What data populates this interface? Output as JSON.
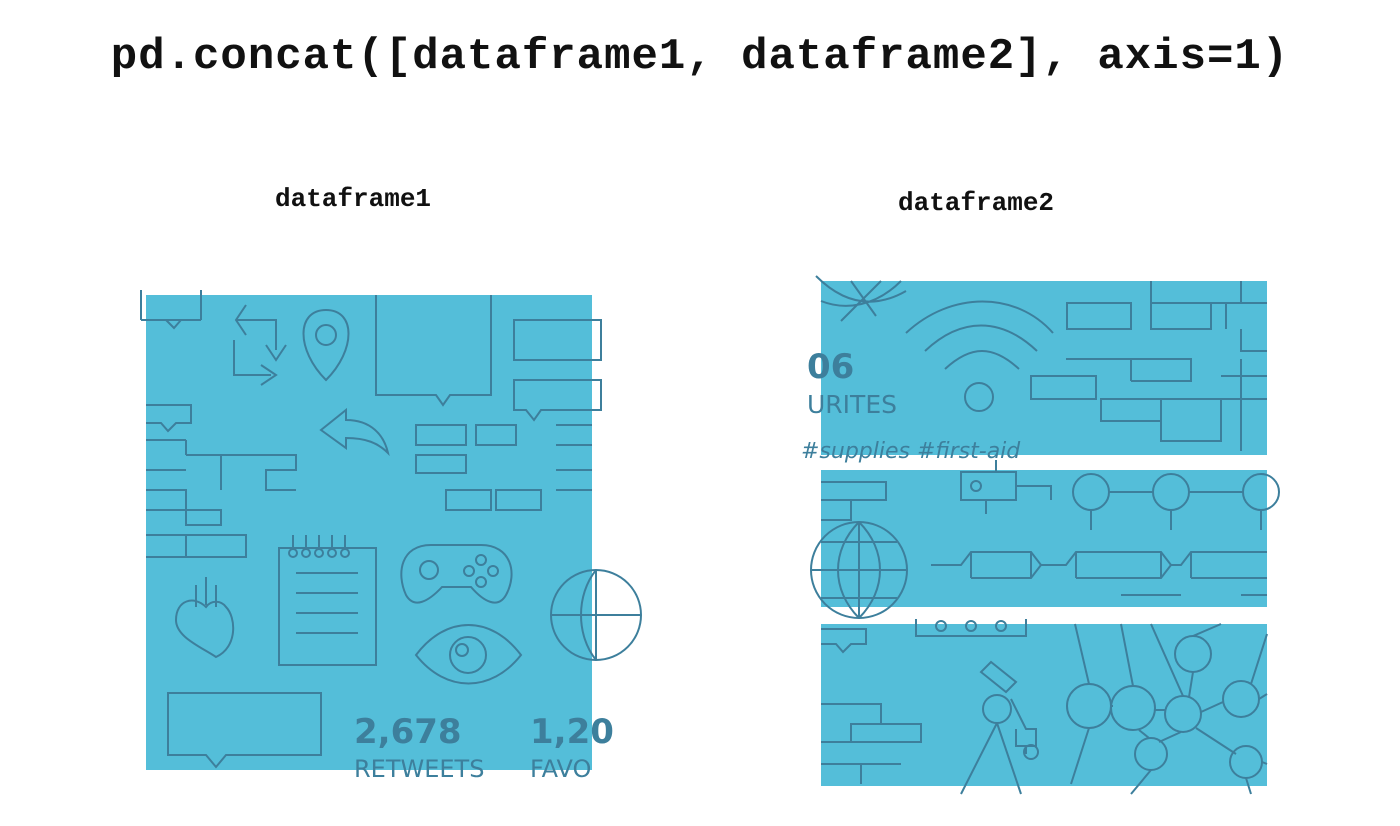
{
  "code": "pd.concat([dataframe1, dataframe2], axis=1)",
  "labels": {
    "df1": "dataframe1",
    "df2": "dataframe2"
  },
  "panel_color": "#54bed9",
  "line_color": "#3d7f9c",
  "df1_texts": {
    "retweets_count": "2,678",
    "retweets_label": "RETWEETS",
    "favorites_count_partial": "1,20",
    "favorites_label_partial": "FAVO"
  },
  "df2_texts": {
    "favorites_count_partial": "06",
    "favorites_label_partial": "URITES",
    "hashtags_partial": "#supplies #first-aid"
  }
}
